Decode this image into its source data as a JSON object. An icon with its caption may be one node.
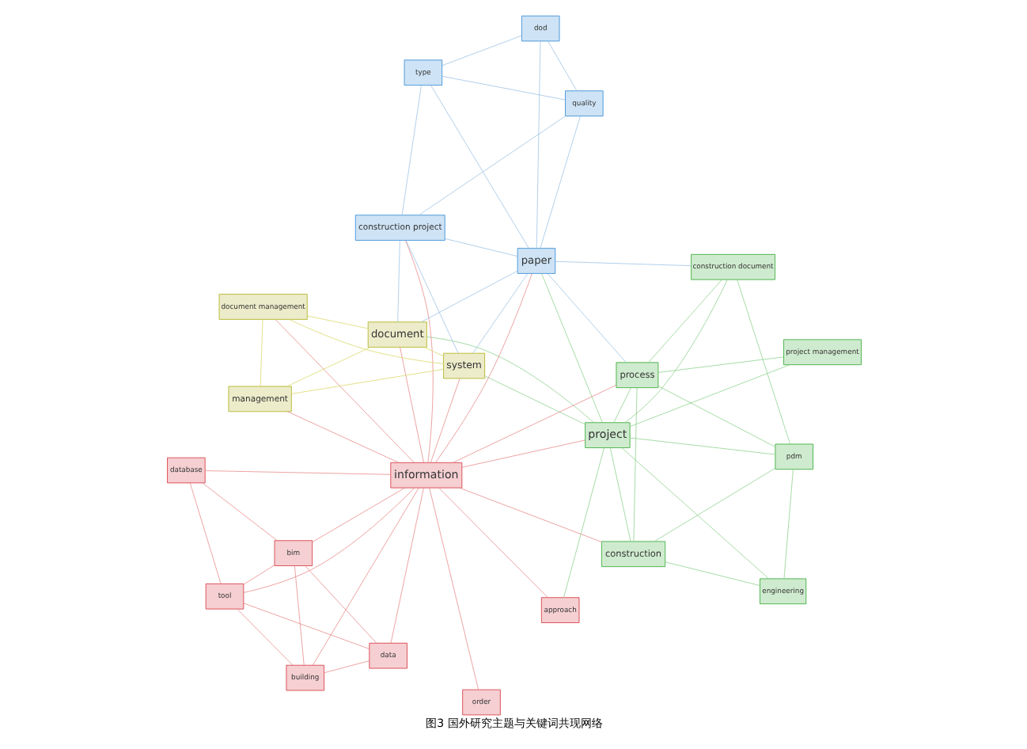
{
  "diagram": {
    "caption": "图3 国外研究主题与关键词共现网络",
    "nodes": [
      {
        "text": [
          "pdm"
        ]
      },
      {
        "text": [
          "construction document"
        ]
      },
      {
        "text": [
          "engineering"
        ]
      },
      {
        "text": [
          "project management"
        ]
      },
      {
        "text": [
          "construction"
        ]
      },
      {
        "text": [
          "process"
        ]
      },
      {
        "text": [
          "tool"
        ]
      },
      {
        "text": [
          "data"
        ]
      },
      {
        "text": [
          "building"
        ]
      },
      {
        "text": [
          "project"
        ]
      },
      {
        "text": [
          "approach"
        ]
      },
      {
        "text": [
          "bim"
        ]
      },
      {
        "text": [
          "order"
        ]
      },
      {
        "text": [
          "information"
        ]
      },
      {
        "text": [
          "paper"
        ]
      },
      {
        "text": [
          "type"
        ]
      },
      {
        "text": [
          "quality"
        ]
      },
      {
        "text": [
          "dod"
        ]
      },
      {
        "text": [
          "construction project"
        ]
      },
      {
        "text": [
          "database"
        ]
      },
      {
        "text": [
          "document"
        ]
      },
      {
        "text": [
          "management"
        ]
      },
      {
        "text": [
          "system"
        ]
      },
      {
        "text": [
          "document management"
        ]
      }
    ],
    "edges": [
      {
        "from": 13,
        "to": 9,
        "arrow": "none",
        "color": "#e88a8a"
      },
      {
        "from": 13,
        "to": 7,
        "arrow": "none",
        "color": "#e88a8a"
      },
      {
        "from": 13,
        "to": 11,
        "arrow": "none",
        "color": "#e88a8a"
      },
      {
        "from": 13,
        "to": 6,
        "arrow": "none",
        "color": "#e88a8a"
      },
      {
        "from": 13,
        "to": 8,
        "arrow": "none",
        "color": "#e88a8a"
      },
      {
        "from": 13,
        "to": 19,
        "arrow": "none",
        "color": "#e88a8a"
      },
      {
        "from": 13,
        "to": 12,
        "arrow": "none",
        "color": "#e88a8a"
      },
      {
        "from": 13,
        "to": 10,
        "arrow": "none",
        "color": "#e88a8a"
      },
      {
        "from": 13,
        "to": 20,
        "arrow": "none",
        "color": "#e88a8a"
      },
      {
        "from": 13,
        "to": 22,
        "arrow": "none",
        "color": "#e88a8a"
      },
      {
        "from": 13,
        "to": 21,
        "arrow": "none",
        "color": "#e88a8a"
      },
      {
        "from": 13,
        "to": 14,
        "arrow": "none",
        "color": "#e88a8a"
      },
      {
        "from": 13,
        "to": 4,
        "arrow": "none",
        "color": "#e88a8a"
      },
      {
        "from": 13,
        "to": 5,
        "arrow": "none",
        "color": "#e88a8a"
      },
      {
        "from": 13,
        "to": 18,
        "arrow": "none",
        "color": "#e88a8a"
      },
      {
        "from": 13,
        "to": 23,
        "arrow": "none",
        "color": "#e88a8a"
      },
      {
        "from": 7,
        "to": 6,
        "arrow": "none",
        "color": "#e88a8a"
      },
      {
        "from": 7,
        "to": 11,
        "arrow": "none",
        "color": "#e88a8a"
      },
      {
        "from": 7,
        "to": 8,
        "arrow": "none",
        "color": "#e88a8a"
      },
      {
        "from": 6,
        "to": 8,
        "arrow": "none",
        "color": "#e88a8a"
      },
      {
        "from": 11,
        "to": 19,
        "arrow": "none",
        "color": "#e88a8a"
      },
      {
        "from": 11,
        "to": 6,
        "arrow": "none",
        "color": "#e88a8a"
      },
      {
        "from": 11,
        "to": 8,
        "arrow": "none",
        "color": "#e88a8a"
      },
      {
        "from": 19,
        "to": 6,
        "arrow": "none",
        "color": "#e88a8a"
      },
      {
        "from": 9,
        "to": 4,
        "arrow": "none",
        "color": "#8fd18f"
      },
      {
        "from": 9,
        "to": 5,
        "arrow": "none",
        "color": "#8fd18f"
      },
      {
        "from": 9,
        "to": 3,
        "arrow": "none",
        "color": "#8fd18f"
      },
      {
        "from": 9,
        "to": 2,
        "arrow": "none",
        "color": "#8fd18f"
      },
      {
        "from": 9,
        "to": 0,
        "arrow": "none",
        "color": "#8fd18f"
      },
      {
        "from": 9,
        "to": 1,
        "arrow": "none",
        "color": "#8fd18f"
      },
      {
        "from": 9,
        "to": 10,
        "arrow": "none",
        "color": "#8fd18f"
      },
      {
        "from": 9,
        "to": 20,
        "arrow": "none",
        "color": "#8fd18f"
      },
      {
        "from": 9,
        "to": 22,
        "arrow": "none",
        "color": "#8fd18f"
      },
      {
        "from": 9,
        "to": 14,
        "arrow": "none",
        "color": "#8fd18f"
      },
      {
        "from": 4,
        "to": 5,
        "arrow": "none",
        "color": "#8fd18f"
      },
      {
        "from": 4,
        "to": 2,
        "arrow": "none",
        "color": "#8fd18f"
      },
      {
        "from": 4,
        "to": 0,
        "arrow": "none",
        "color": "#8fd18f"
      },
      {
        "from": 5,
        "to": 0,
        "arrow": "none",
        "color": "#8fd18f"
      },
      {
        "from": 5,
        "to": 1,
        "arrow": "none",
        "color": "#8fd18f"
      },
      {
        "from": 5,
        "to": 3,
        "arrow": "none",
        "color": "#8fd18f"
      },
      {
        "from": 0,
        "to": 1,
        "arrow": "none",
        "color": "#8fd18f"
      },
      {
        "from": 2,
        "to": 0,
        "arrow": "none",
        "color": "#8fd18f"
      },
      {
        "from": 14,
        "to": 15,
        "arrow": "none",
        "color": "#9cc3e6"
      },
      {
        "from": 14,
        "to": 16,
        "arrow": "none",
        "color": "#9cc3e6"
      },
      {
        "from": 14,
        "to": 17,
        "arrow": "none",
        "color": "#9cc3e6"
      },
      {
        "from": 14,
        "to": 18,
        "arrow": "none",
        "color": "#9cc3e6"
      },
      {
        "from": 14,
        "to": 5,
        "arrow": "none",
        "color": "#9cc3e6"
      },
      {
        "from": 14,
        "to": 22,
        "arrow": "none",
        "color": "#9cc3e6"
      },
      {
        "from": 14,
        "to": 20,
        "arrow": "none",
        "color": "#9cc3e6"
      },
      {
        "from": 15,
        "to": 16,
        "arrow": "none",
        "color": "#9cc3e6"
      },
      {
        "from": 16,
        "to": 17,
        "arrow": "none",
        "color": "#9cc3e6"
      },
      {
        "from": 15,
        "to": 17,
        "arrow": "none",
        "color": "#9cc3e6"
      },
      {
        "from": 18,
        "to": 22,
        "arrow": "none",
        "color": "#9cc3e6"
      },
      {
        "from": 18,
        "to": 16,
        "arrow": "none",
        "color": "#9cc3e6"
      },
      {
        "from": 18,
        "to": 15,
        "arrow": "none",
        "color": "#9cc3e6"
      },
      {
        "from": 18,
        "to": 20,
        "arrow": "none",
        "color": "#9cc3e6"
      },
      {
        "from": 1,
        "to": 14,
        "arrow": "none",
        "color": "#9cc3e6"
      },
      {
        "from": 20,
        "to": 21,
        "arrow": "none",
        "color": "#d9d96a"
      },
      {
        "from": 20,
        "to": 22,
        "arrow": "none",
        "color": "#d9d96a"
      },
      {
        "from": 20,
        "to": 23,
        "arrow": "none",
        "color": "#d9d96a"
      },
      {
        "from": 21,
        "to": 22,
        "arrow": "none",
        "color": "#d9d96a"
      },
      {
        "from": 21,
        "to": 23,
        "arrow": "none",
        "color": "#d9d96a"
      },
      {
        "from": 22,
        "to": 23,
        "arrow": "none",
        "color": "#d9d96a"
      }
    ]
  }
}
